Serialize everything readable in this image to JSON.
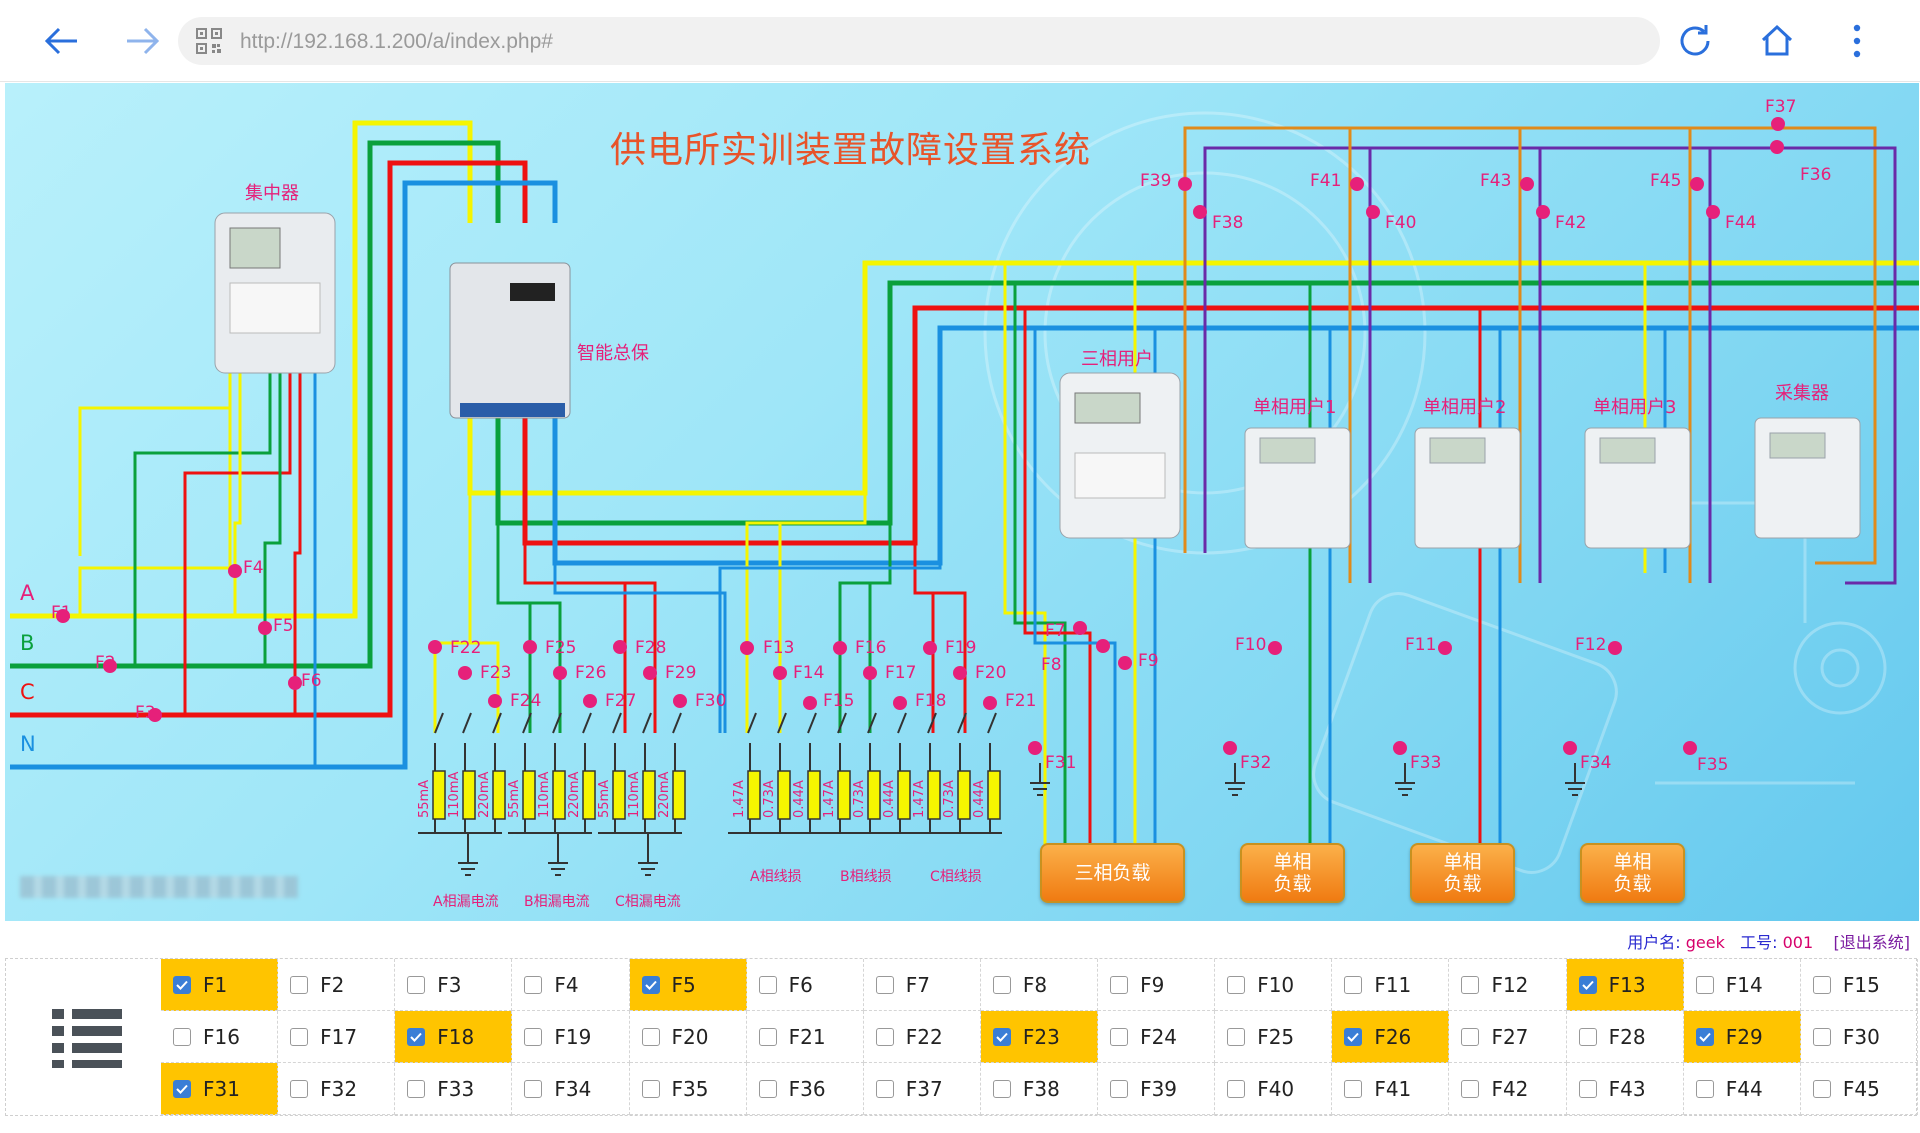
{
  "browser": {
    "url": "http://192.168.1.200/a/index.php#"
  },
  "schematic": {
    "title": "供电所实训装置故障设置系统",
    "device_labels": {
      "concentrator": "集中器",
      "main_protector": "智能总保",
      "three_phase_user": "三相用户",
      "single_user_1": "单相用户1",
      "single_user_2": "单相用户2",
      "single_user_3": "单相用户3",
      "collector": "采集器"
    },
    "phase_labels": [
      "A",
      "B",
      "C",
      "N"
    ],
    "leakage_values": [
      "55mA",
      "110mA",
      "220mA",
      "55mA",
      "110mA",
      "220mA",
      "55mA",
      "110mA",
      "220mA"
    ],
    "line_loss_values": [
      "1.47A",
      "0.73A",
      "0.44A",
      "1.47A",
      "0.73A",
      "0.44A",
      "1.47A",
      "0.73A",
      "0.44A"
    ],
    "group_labels": {
      "a_leak": "A相漏电流",
      "b_leak": "B相漏电流",
      "c_leak": "C相漏电流",
      "a_loss": "A相线损",
      "b_loss": "B相线损",
      "c_loss": "C相线损"
    },
    "loads": {
      "three_phase": "三相负载",
      "single_line1": "单相",
      "single_line2": "负载"
    }
  },
  "user": {
    "name_label": "用户名:",
    "name": "geek",
    "id_label": "工号:",
    "id": "001",
    "logout": "[退出系统]"
  },
  "faults": [
    {
      "label": "F1",
      "checked": true
    },
    {
      "label": "F2",
      "checked": false
    },
    {
      "label": "F3",
      "checked": false
    },
    {
      "label": "F4",
      "checked": false
    },
    {
      "label": "F5",
      "checked": true
    },
    {
      "label": "F6",
      "checked": false
    },
    {
      "label": "F7",
      "checked": false
    },
    {
      "label": "F8",
      "checked": false
    },
    {
      "label": "F9",
      "checked": false
    },
    {
      "label": "F10",
      "checked": false
    },
    {
      "label": "F11",
      "checked": false
    },
    {
      "label": "F12",
      "checked": false
    },
    {
      "label": "F13",
      "checked": true
    },
    {
      "label": "F14",
      "checked": false
    },
    {
      "label": "F15",
      "checked": false
    },
    {
      "label": "F16",
      "checked": false
    },
    {
      "label": "F17",
      "checked": false
    },
    {
      "label": "F18",
      "checked": true
    },
    {
      "label": "F19",
      "checked": false
    },
    {
      "label": "F20",
      "checked": false
    },
    {
      "label": "F21",
      "checked": false
    },
    {
      "label": "F22",
      "checked": false
    },
    {
      "label": "F23",
      "checked": true
    },
    {
      "label": "F24",
      "checked": false
    },
    {
      "label": "F25",
      "checked": false
    },
    {
      "label": "F26",
      "checked": true
    },
    {
      "label": "F27",
      "checked": false
    },
    {
      "label": "F28",
      "checked": false
    },
    {
      "label": "F29",
      "checked": true
    },
    {
      "label": "F30",
      "checked": false
    },
    {
      "label": "F31",
      "checked": true
    },
    {
      "label": "F32",
      "checked": false
    },
    {
      "label": "F33",
      "checked": false
    },
    {
      "label": "F34",
      "checked": false
    },
    {
      "label": "F35",
      "checked": false
    },
    {
      "label": "F36",
      "checked": false
    },
    {
      "label": "F37",
      "checked": false
    },
    {
      "label": "F38",
      "checked": false
    },
    {
      "label": "F39",
      "checked": false
    },
    {
      "label": "F40",
      "checked": false
    },
    {
      "label": "F41",
      "checked": false
    },
    {
      "label": "F42",
      "checked": false
    },
    {
      "label": "F43",
      "checked": false
    },
    {
      "label": "F44",
      "checked": false
    },
    {
      "label": "F45",
      "checked": false
    }
  ],
  "colors": {
    "phase_a": "#f5f500",
    "phase_b": "#0aa03c",
    "phase_c": "#ee1111",
    "phase_n": "#1a90e0",
    "fault_point": "#e6207a",
    "checked_bg": "#ffc400",
    "title": "#e8542a"
  }
}
